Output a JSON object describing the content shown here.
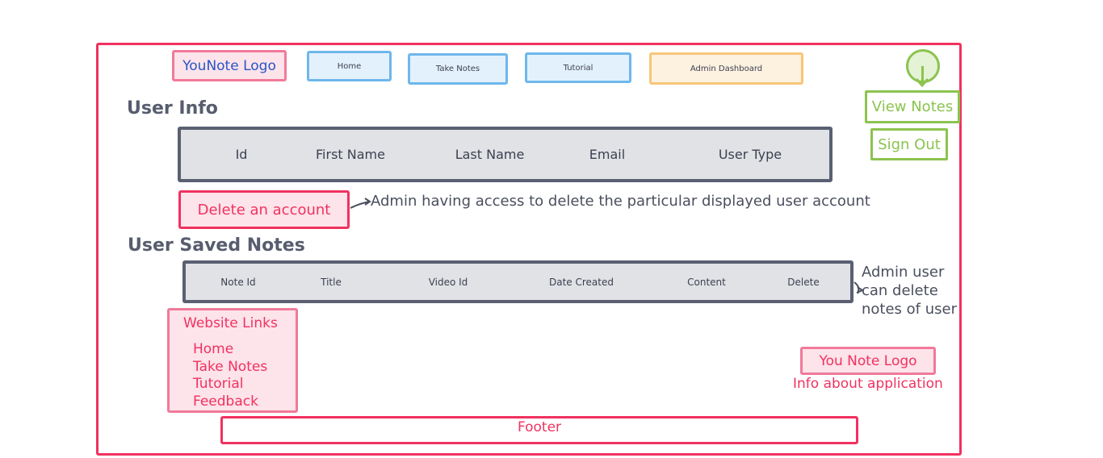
{
  "header": {
    "logo_label": "YouNote Logo",
    "nav": [
      {
        "label": "Home"
      },
      {
        "label": "Take Notes"
      },
      {
        "label": "Tutorial"
      },
      {
        "label": "Admin Dashboard"
      }
    ],
    "view_notes_label": "View Notes",
    "sign_out_label": "Sign Out"
  },
  "user_info": {
    "heading": "User Info",
    "columns": [
      "Id",
      "First Name",
      "Last Name",
      "Email",
      "User Type"
    ],
    "delete_label": "Delete an account",
    "delete_note": "Admin having access to delete the particular displayed user account"
  },
  "saved_notes": {
    "heading": "User Saved Notes",
    "columns": [
      "Note Id",
      "Title",
      "Video Id",
      "Date Created",
      "Content",
      "Delete"
    ],
    "note_lines": [
      "Admin user",
      "can delete",
      "notes of user"
    ]
  },
  "footer": {
    "links_title": "Website Links",
    "links": [
      "Home",
      "Take Notes",
      "Tutorial",
      "Feedback"
    ],
    "logo_label": "You Note Logo",
    "info": "Info about application",
    "footer_label": "Footer"
  },
  "colors": {
    "pink": "#f0325f",
    "light_pink": "#fde3ea",
    "blue": "#6eb7ec",
    "orange": "#f8c67a",
    "green": "#8cc34f",
    "slate": "#5a6072"
  },
  "icons": {
    "avatar": "user-circle-icon"
  }
}
